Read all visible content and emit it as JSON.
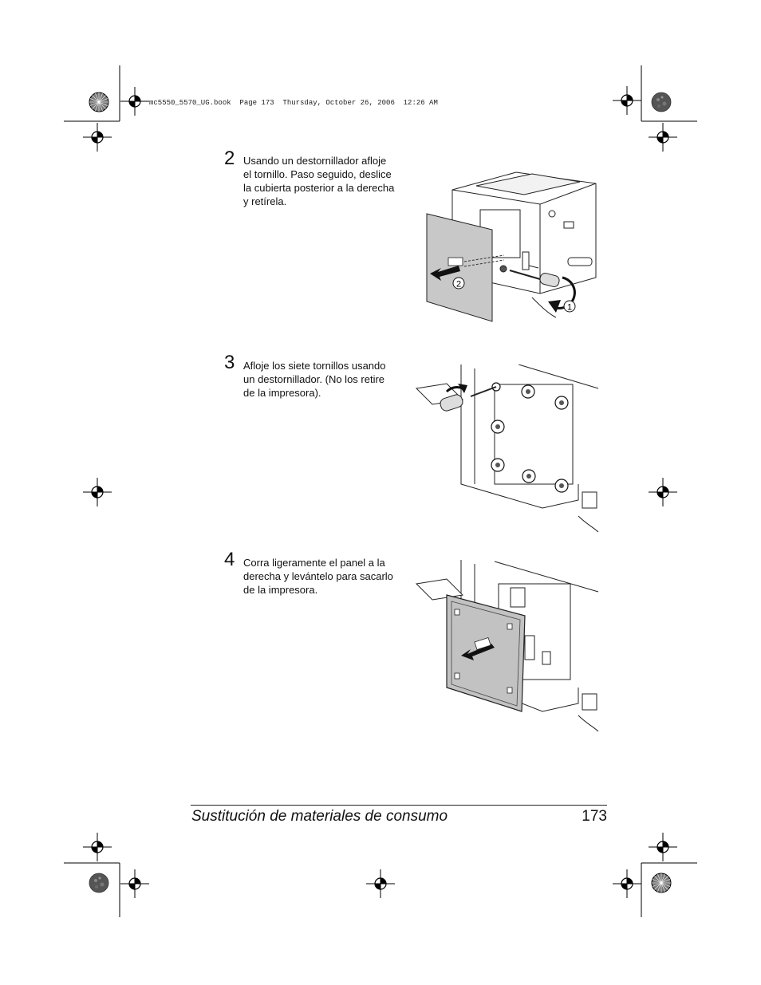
{
  "header": {
    "file_line": "mc5550_5570_UG.book  Page 173  Thursday, October 26, 2006  12:26 AM"
  },
  "steps": [
    {
      "number": "2",
      "lines": [
        "Usando un destornillador afloje",
        "el tornillo. Paso seguido, deslice",
        "la cubierta posterior a la derecha",
        "y retírela."
      ],
      "callouts": [
        "2",
        "1"
      ]
    },
    {
      "number": "3",
      "lines": [
        "Afloje los siete tornillos usando",
        "un destornillador. (No los retire",
        "de la impresora)."
      ]
    },
    {
      "number": "4",
      "lines": [
        "Corra ligeramente el panel a la",
        "derecha y levántelo para sacarlo",
        "de la impresora."
      ]
    }
  ],
  "footer": {
    "section_title": "Sustitución de materiales de consumo",
    "page_number": "173"
  },
  "icons": {
    "registration": "crosshair-registration-mark-icon",
    "starburst": "starburst-registration-icon",
    "screwdriver": "screwdriver-icon",
    "arrow": "slide-arrow-icon"
  }
}
